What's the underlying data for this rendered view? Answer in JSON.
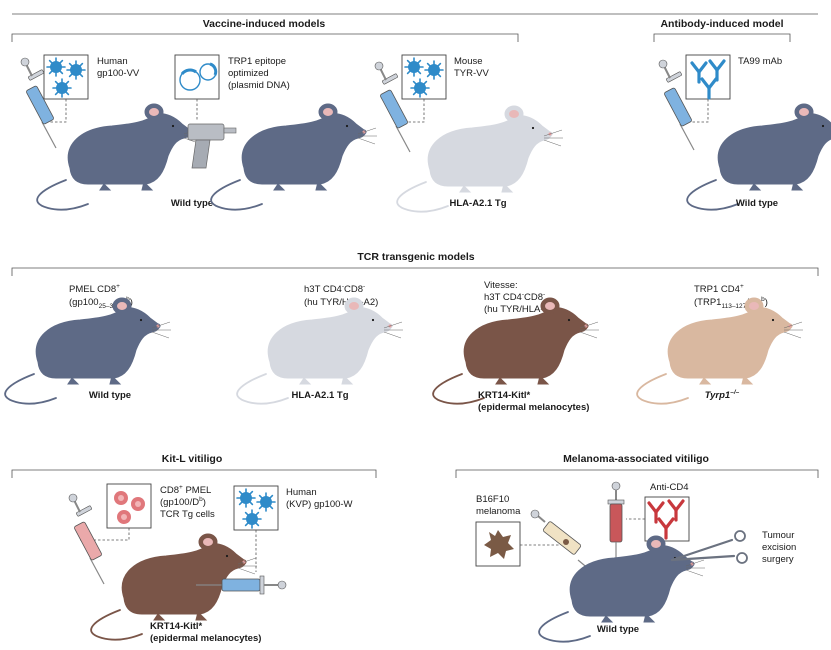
{
  "colors": {
    "mouse_dark": "#5e6a86",
    "mouse_white": "#d6d9e0",
    "mouse_brown": "#7a5548",
    "mouse_tan": "#d9b8a0",
    "ear_pink": "#e9b8b8",
    "virus_blue": "#2f8bc9",
    "antibody_blue": "#2f8bc9",
    "antibody_red": "#c8383d",
    "tcell_red": "#e0777b",
    "syringe_blue": "#7fb2e0",
    "syringe_pink": "#eaa9aa",
    "syringe_red": "#c9575a",
    "tumour": "#7a5a45"
  },
  "vaccine": {
    "header": "Vaccine-induced models",
    "human_gp100": [
      "Human",
      "gp100-VV"
    ],
    "trp1": [
      "TRP1 epitope",
      "optimized",
      "(plasmid DNA)"
    ],
    "mouse_tyr": [
      "Mouse",
      "TYR-VV"
    ],
    "strain_wild": "Wild type",
    "strain_hla": "HLA-A2.1 Tg"
  },
  "antibody": {
    "header": "Antibody-induced model",
    "ta99": "TA99 mAb",
    "strain": "Wild type"
  },
  "tcr": {
    "header": "TCR transgenic models",
    "pmel": {
      "line1": "PMEL CD8",
      "line1_sup": "+",
      "line2_a": "(gp100",
      "line2_sub": "25–33",
      "line2_b": "/D",
      "line2_sup": "b",
      "line2_c": ")"
    },
    "h3t": {
      "line1_a": "h3T CD4",
      "sup1": "-",
      "line1_b": "CD8",
      "sup2": "-",
      "line2": "(hu TYR/HLA-A2)"
    },
    "vitesse": {
      "line0": "Vitesse:",
      "line1_a": "h3T CD4",
      "sup1": "-",
      "line1_b": "CD8",
      "sup2": "-",
      "line2": "(hu TYR/HLA-A2)"
    },
    "trp1cd4": {
      "line1_a": "TRP1 CD4",
      "line1_sup": "+",
      "line2_a": "(TRP1",
      "line2_sub": "113–127",
      "line2_b": "/I-A",
      "line2_sup": "b",
      "line2_c": ")"
    },
    "strain_wild": "Wild type",
    "strain_hla": "HLA-A2.1 Tg",
    "strain_krt": [
      "KRT14-Kitl*",
      "(epidermal melanocytes)"
    ],
    "strain_tyrp1": "Tyrp1",
    "strain_tyrp1_sup": "–/–"
  },
  "kitl": {
    "header": "Kit-L vitiligo",
    "cd8": {
      "line1_a": "CD8",
      "line1_sup": "+",
      "line1_b": " PMEL",
      "line2_a": "(gp100/D",
      "line2_sup": "b",
      "line2_b": ")",
      "line3": "TCR Tg cells"
    },
    "human_kvp": [
      "Human",
      "(KVP) gp100-W"
    ],
    "strain": [
      "KRT14-Kitl*",
      "(epidermal melanocytes)"
    ]
  },
  "melanoma": {
    "header": "Melanoma-associated vitiligo",
    "b16": [
      "B16F10",
      "melanoma"
    ],
    "anti_cd4": "Anti-CD4",
    "tumour": [
      "Tumour",
      "excision",
      "surgery"
    ],
    "strain": "Wild type"
  }
}
